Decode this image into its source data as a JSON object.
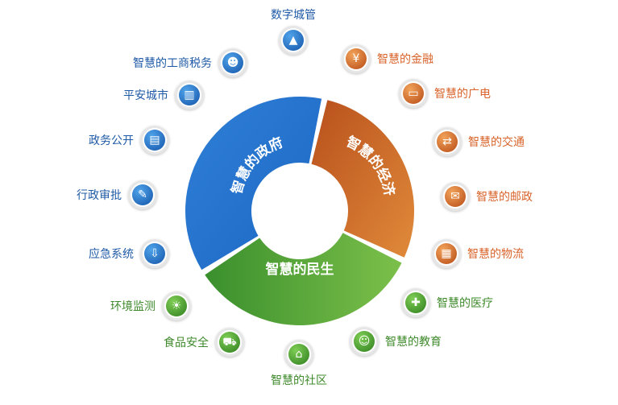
{
  "ring": {
    "government": "智慧的政府",
    "economy": "智慧的经济",
    "livelihood": "智慧的民生"
  },
  "items": [
    {
      "key": "digital-city-mgmt",
      "label": "数字城管",
      "group": "blue",
      "icon": "cone-icon",
      "glyph": "▲"
    },
    {
      "key": "smart-tax",
      "label": "智慧的工商税务",
      "group": "blue",
      "icon": "tax-icon",
      "glyph": "☻"
    },
    {
      "key": "safe-city",
      "label": "平安城市",
      "group": "blue",
      "icon": "city-icon",
      "glyph": "▥"
    },
    {
      "key": "gov-open",
      "label": "政务公开",
      "group": "blue",
      "icon": "document-icon",
      "glyph": "▤"
    },
    {
      "key": "admin-approval",
      "label": "行政审批",
      "group": "blue",
      "icon": "signature-icon",
      "glyph": "✎"
    },
    {
      "key": "emergency",
      "label": "应急系统",
      "group": "blue",
      "icon": "download-icon",
      "glyph": "⇩"
    },
    {
      "key": "finance",
      "label": "智慧的金融",
      "group": "orange",
      "icon": "yen-icon",
      "glyph": "¥"
    },
    {
      "key": "broadcast",
      "label": "智慧的广电",
      "group": "orange",
      "icon": "monitor-icon",
      "glyph": "▭"
    },
    {
      "key": "transport",
      "label": "智慧的交通",
      "group": "orange",
      "icon": "transport-icon",
      "glyph": "⇄"
    },
    {
      "key": "postal",
      "label": "智慧的邮政",
      "group": "orange",
      "icon": "mail-icon",
      "glyph": "✉"
    },
    {
      "key": "logistics",
      "label": "智慧的物流",
      "group": "orange",
      "icon": "package-icon",
      "glyph": "▦"
    },
    {
      "key": "env-monitor",
      "label": "环境监测",
      "group": "green",
      "icon": "bulb-icon",
      "glyph": "☀"
    },
    {
      "key": "food-safety",
      "label": "食品安全",
      "group": "green",
      "icon": "cart-icon",
      "glyph": "⛟"
    },
    {
      "key": "community",
      "label": "智慧的社区",
      "group": "green",
      "icon": "home-icon",
      "glyph": "⌂"
    },
    {
      "key": "education",
      "label": "智慧的教育",
      "group": "green",
      "icon": "people-icon",
      "glyph": "☺"
    },
    {
      "key": "medical",
      "label": "智慧的医疗",
      "group": "green",
      "icon": "medkit-icon",
      "glyph": "✚"
    }
  ]
}
